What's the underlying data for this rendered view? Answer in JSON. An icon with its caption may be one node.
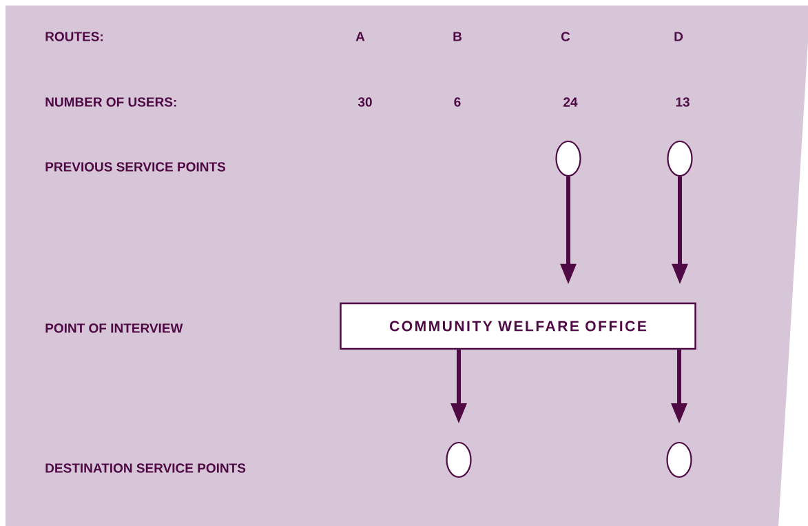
{
  "diagram": {
    "nodes": [
      {
        "text": [],
        "shape": "circle"
      },
      {
        "text": [],
        "shape": "circle"
      },
      {
        "text": [
          "COMMUNITY WELFARE OFFICE"
        ]
      },
      {
        "text": [],
        "shape": "circle"
      },
      {
        "text": [],
        "shape": "circle"
      }
    ],
    "edges": [
      {
        "from": 0,
        "to": 2,
        "arrow": "to"
      },
      {
        "from": 1,
        "to": 2,
        "arrow": "to"
      },
      {
        "from": 2,
        "to": 3,
        "arrow": "to"
      },
      {
        "from": 2,
        "to": 4,
        "arrow": "to"
      }
    ],
    "labels": [
      "ROUTES:",
      "A",
      "B",
      "C",
      "D",
      "NUMBER OF USERS:",
      "30",
      "6",
      "24",
      "13",
      "PREVIOUS SERVICE POINTS",
      "POINT OF INTERVIEW",
      "DESTINATION SERVICE POINTS"
    ]
  }
}
